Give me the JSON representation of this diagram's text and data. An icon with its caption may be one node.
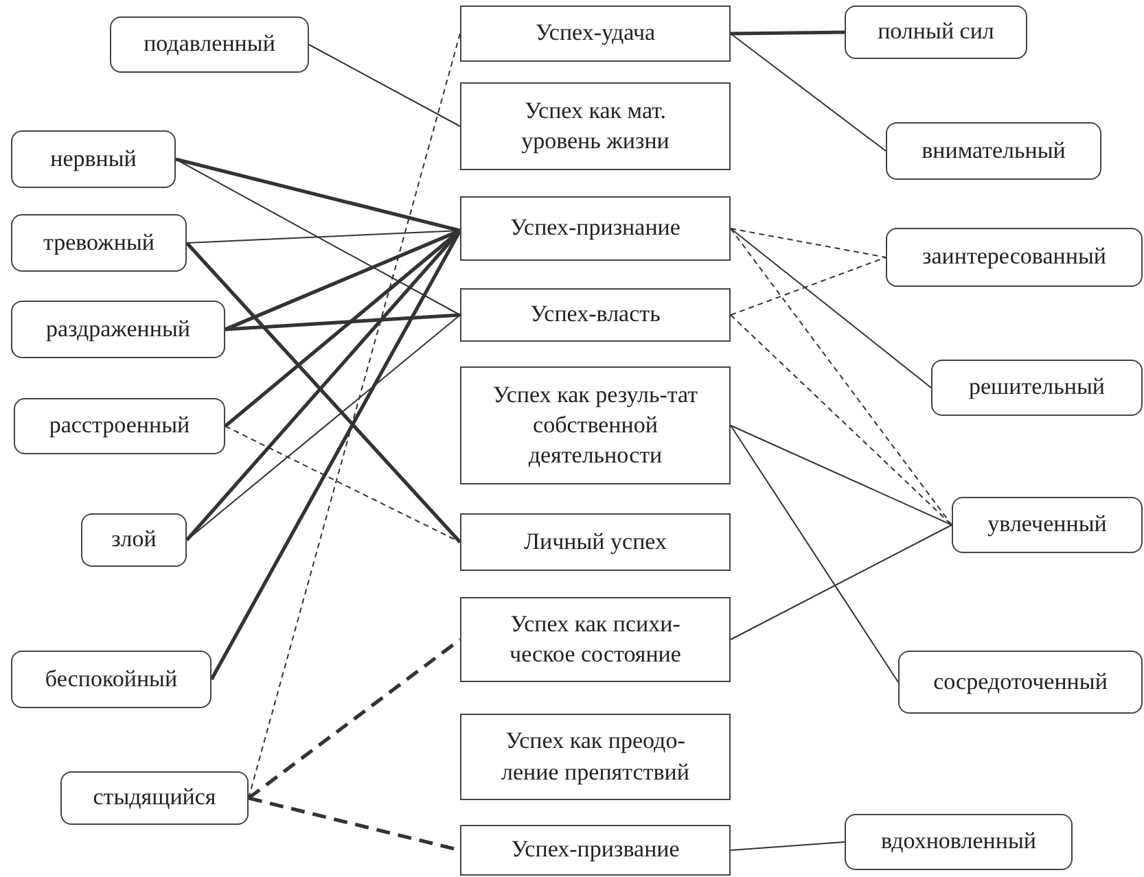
{
  "diagram": {
    "nodes": [
      {
        "text": [
          "подавленный"
        ]
      },
      {
        "text": [
          "нервный"
        ]
      },
      {
        "text": [
          "тревожный"
        ]
      },
      {
        "text": [
          "раздраженный"
        ]
      },
      {
        "text": [
          "расстроенный"
        ]
      },
      {
        "text": [
          "злой"
        ]
      },
      {
        "text": [
          "беспокойный"
        ]
      },
      {
        "text": [
          "стыдящийся"
        ]
      },
      {
        "text": [
          "Успех-удача"
        ]
      },
      {
        "text": [
          "Успех как мат. уровень жизни"
        ]
      },
      {
        "text": [
          "Успех-признание"
        ]
      },
      {
        "text": [
          "Успех-власть"
        ]
      },
      {
        "text": [
          "Успех как резуль-тат собственной деятельности"
        ]
      },
      {
        "text": [
          "Личный успех"
        ]
      },
      {
        "text": [
          "Успех как психи-ческое состояние"
        ]
      },
      {
        "text": [
          "Успех как преодо-ление препятствий"
        ]
      },
      {
        "text": [
          "Успех-призвание"
        ]
      },
      {
        "text": [
          "полный сил"
        ]
      },
      {
        "text": [
          "внимательный"
        ]
      },
      {
        "text": [
          "заинтересованный"
        ]
      },
      {
        "text": [
          "решительный"
        ]
      },
      {
        "text": [
          "увлеченный"
        ]
      },
      {
        "text": [
          "сосредоточенный"
        ]
      },
      {
        "text": [
          "вдохновленный"
        ]
      }
    ],
    "edges": [
      {
        "from": 0,
        "to": 9,
        "arrow": "none"
      },
      {
        "from": 1,
        "to": 10,
        "arrow": "none",
        "style": "thick"
      },
      {
        "from": 1,
        "to": 11,
        "arrow": "none"
      },
      {
        "from": 2,
        "to": 10,
        "arrow": "none"
      },
      {
        "from": 2,
        "to": 13,
        "arrow": "none",
        "style": "thick"
      },
      {
        "from": 3,
        "to": 10,
        "arrow": "none",
        "style": "thick"
      },
      {
        "from": 3,
        "to": 11,
        "arrow": "none",
        "style": "thick"
      },
      {
        "from": 4,
        "to": 10,
        "arrow": "none",
        "style": "thick"
      },
      {
        "from": 4,
        "to": 13,
        "arrow": "none",
        "style": "dashed"
      },
      {
        "from": 5,
        "to": 10,
        "arrow": "none",
        "style": "thick"
      },
      {
        "from": 5,
        "to": 11,
        "arrow": "none"
      },
      {
        "from": 6,
        "to": 10,
        "arrow": "none",
        "style": "thick"
      },
      {
        "from": 7,
        "to": 8,
        "arrow": "none",
        "style": "dashed"
      },
      {
        "from": 7,
        "to": 14,
        "arrow": "none",
        "style": "dashed"
      },
      {
        "from": 7,
        "to": 16,
        "arrow": "none",
        "style": "dashed"
      },
      {
        "from": 8,
        "to": 17,
        "arrow": "none",
        "style": "thick"
      },
      {
        "from": 8,
        "to": 18,
        "arrow": "none"
      },
      {
        "from": 10,
        "to": 19,
        "arrow": "none",
        "style": "dashed"
      },
      {
        "from": 11,
        "to": 19,
        "arrow": "none",
        "style": "dashed"
      },
      {
        "from": 10,
        "to": 20,
        "arrow": "none"
      },
      {
        "from": 10,
        "to": 21,
        "arrow": "none",
        "style": "dashed"
      },
      {
        "from": 11,
        "to": 21,
        "arrow": "none",
        "style": "dashed"
      },
      {
        "from": 12,
        "to": 21,
        "arrow": "none"
      },
      {
        "from": 12,
        "to": 22,
        "arrow": "none"
      },
      {
        "from": 14,
        "to": 21,
        "arrow": "none"
      },
      {
        "from": 16,
        "to": 23,
        "arrow": "none"
      }
    ]
  }
}
